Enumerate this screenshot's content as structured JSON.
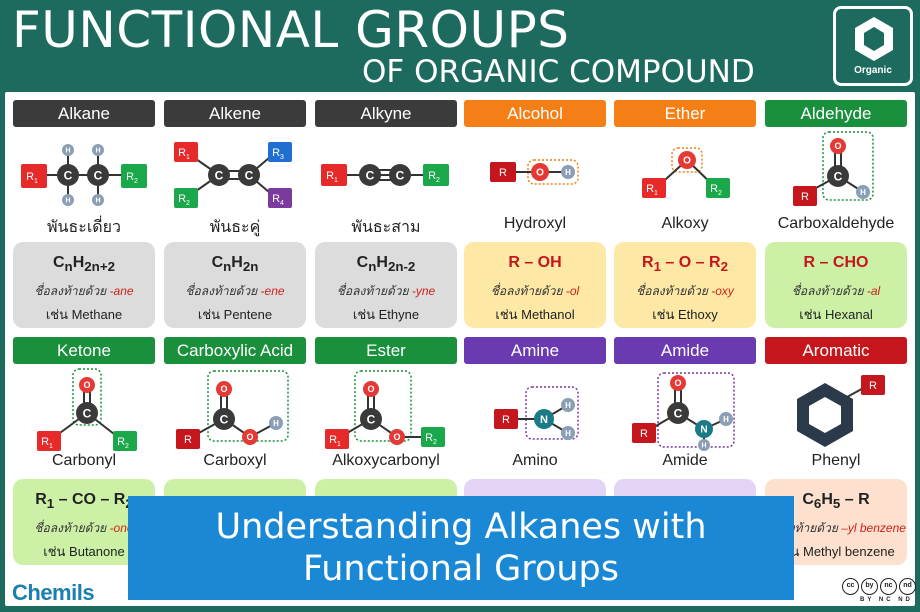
{
  "header": {
    "title_line1": "FUNCTIONAL GROUPS",
    "title_line2": "OF ORGANIC COMPOUND",
    "logo_label": "Organic"
  },
  "colors": {
    "frame": "#1d6a5f",
    "dark_head": "#3b3b3b",
    "orange_head": "#f57f17",
    "green_head": "#1a8f3c",
    "purple_head": "#6a3ab0",
    "red_head": "#c4161c",
    "info_gray": "#dcdcdc",
    "info_yellow": "#fde9a5",
    "info_green": "#ccf1a6",
    "info_purple": "#e3d3f5",
    "info_peach": "#fde0cd",
    "banner": "#1a88d4"
  },
  "groups": [
    {
      "head": "Alkane",
      "name": "พันธะเดี่ยว",
      "formula": "CnH2n+2",
      "suffix_prefix": "ชื่อลงท้ายด้วย ",
      "suffix": "-ane",
      "example": "เช่น Methane",
      "icon": "alkane-molecule-icon"
    },
    {
      "head": "Alkene",
      "name": "พันธะคู่",
      "formula": "CnH2n",
      "suffix_prefix": "ชื่อลงท้ายด้วย ",
      "suffix": "-ene",
      "example": "เช่น Pentene",
      "icon": "alkene-molecule-icon"
    },
    {
      "head": "Alkyne",
      "name": "พันธะสาม",
      "formula": "CnH2n-2",
      "suffix_prefix": "ชื่อลงท้ายด้วย ",
      "suffix": "-yne",
      "example": "เช่น Ethyne",
      "icon": "alkyne-molecule-icon"
    },
    {
      "head": "Alcohol",
      "name": "Hydroxyl",
      "formula": "R – OH",
      "suffix_prefix": "ชื่อลงท้ายด้วย ",
      "suffix": "-ol",
      "example": "เช่น Methanol",
      "icon": "hydroxyl-molecule-icon"
    },
    {
      "head": "Ether",
      "name": "Alkoxy",
      "formula": "R1 – O – R2",
      "suffix_prefix": "ชื่อลงท้ายด้วย ",
      "suffix": "-oxy",
      "example": "เช่น Ethoxy",
      "icon": "alkoxy-molecule-icon"
    },
    {
      "head": "Aldehyde",
      "name": "Carboxaldehyde",
      "formula": "R – CHO",
      "suffix_prefix": "ชื่อลงท้ายด้วย ",
      "suffix": "-al",
      "example": "เช่น Hexanal",
      "icon": "aldehyde-molecule-icon"
    },
    {
      "head": "Ketone",
      "name": "Carbonyl",
      "formula": "R1 – CO – R2",
      "suffix_prefix": "ชื่อลงท้ายด้วย ",
      "suffix": "-one",
      "example": "เช่น Butanone",
      "icon": "ketone-molecule-icon"
    },
    {
      "head": "Carboxylic Acid",
      "name": "Carboxyl",
      "formula": "",
      "suffix_prefix": "",
      "suffix": "",
      "example": "",
      "icon": "carboxyl-molecule-icon"
    },
    {
      "head": "Ester",
      "name": "Alkoxycarbonyl",
      "formula": "",
      "suffix_prefix": "",
      "suffix": "",
      "example": "",
      "icon": "ester-molecule-icon"
    },
    {
      "head": "Amine",
      "name": "Amino",
      "formula": "",
      "suffix_prefix": "",
      "suffix": "",
      "example": "",
      "icon": "amine-molecule-icon"
    },
    {
      "head": "Amide",
      "name": "Amide",
      "formula": "",
      "suffix_prefix": "",
      "suffix": "",
      "example": "",
      "icon": "amide-molecule-icon"
    },
    {
      "head": "Aromatic",
      "name": "Phenyl",
      "formula": "C6H5 – R",
      "suffix_prefix": "ชื่อลงท้ายด้วย ",
      "suffix": "–yl benzene",
      "example": "เช่น Methyl benzene",
      "icon": "phenyl-molecule-icon"
    }
  ],
  "banner": {
    "text": "Understanding Alkanes with Functional Groups"
  },
  "footer": {
    "brand": "Chemils",
    "cc_badges": [
      "cc",
      "by",
      "nc",
      "nd"
    ],
    "cc_labels": "BY NC ND"
  }
}
